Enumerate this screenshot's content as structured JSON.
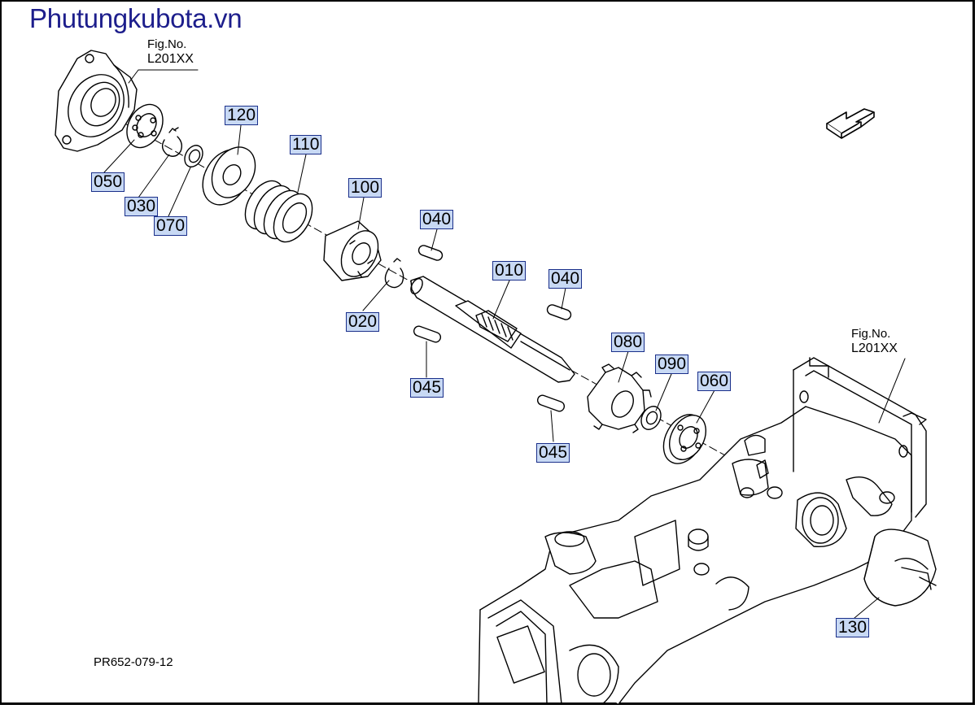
{
  "watermark": "Phutungkubota.vn",
  "figure_refs": [
    {
      "line1": "Fig.No.",
      "line2": "L201XX"
    },
    {
      "line1": "Fig.No.",
      "line2": "L201XX"
    }
  ],
  "callouts": {
    "c050": "050",
    "c030": "030",
    "c070": "070",
    "c120": "120",
    "c110": "110",
    "c100": "100",
    "c020": "020",
    "c040a": "040",
    "c045a": "045",
    "c010": "010",
    "c040b": "040",
    "c045b": "045",
    "c080": "080",
    "c090": "090",
    "c060": "060",
    "c130": "130"
  },
  "drawing_code": "PR652-079-12",
  "icons": {
    "direction": "direction-arrow-icon"
  },
  "colors": {
    "callout_fill": "#c8d9f4",
    "callout_border": "#1a2f8a",
    "watermark": "#1d1e8c",
    "line": "#000000"
  }
}
